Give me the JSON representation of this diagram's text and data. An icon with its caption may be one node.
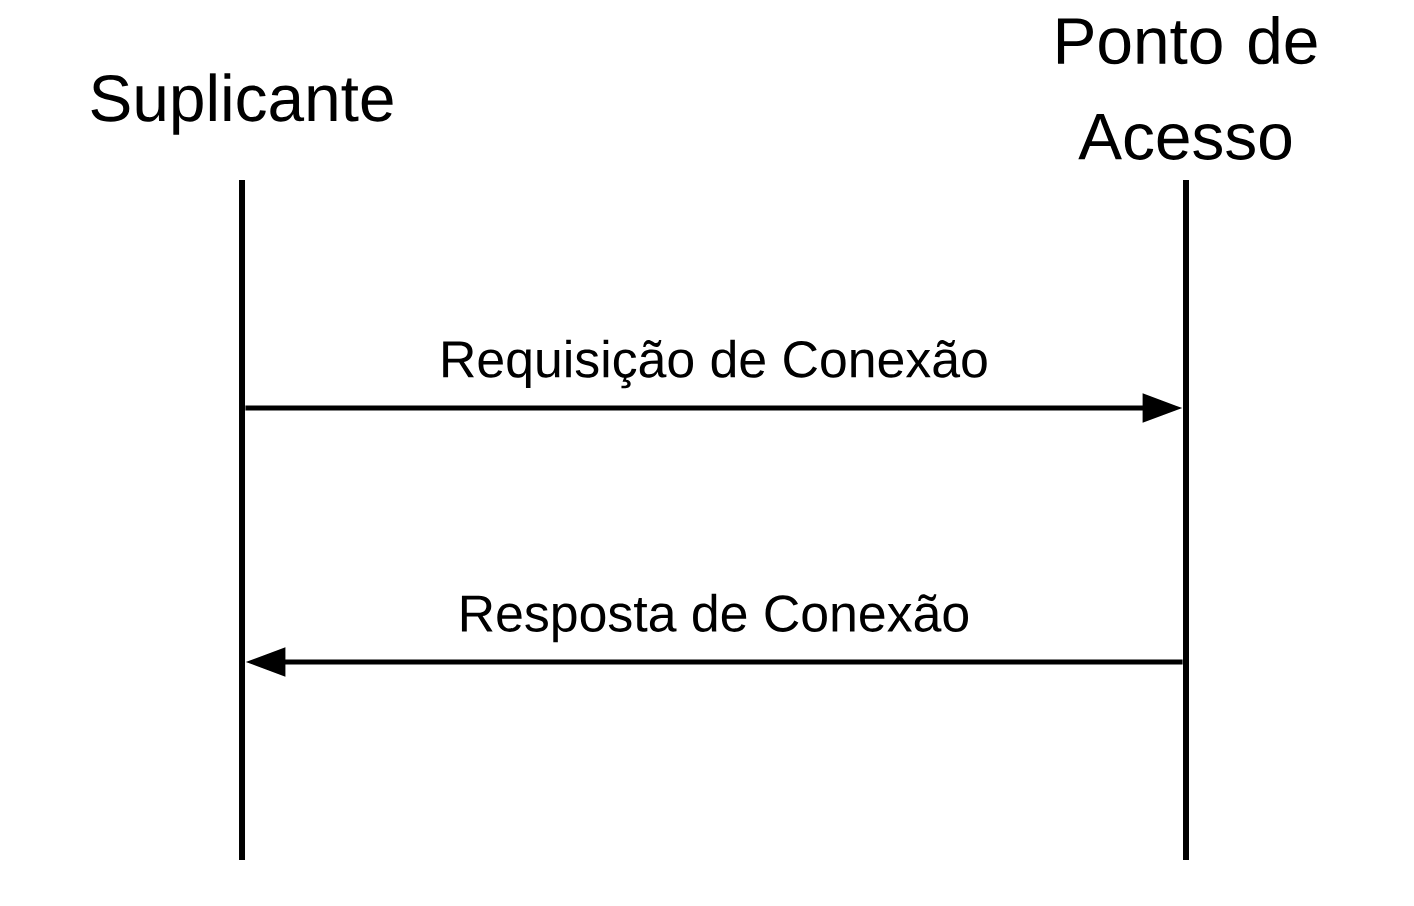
{
  "diagram": {
    "nodes": [
      {
        "text": [
          "Suplicante"
        ]
      },
      {
        "text": [
          "Ponto de Acesso"
        ]
      },
      {
        "text": [],
        "shape": "bar"
      },
      {
        "text": [],
        "shape": "bar"
      }
    ],
    "edges": [
      {
        "from": 2,
        "to": 3,
        "arrow": "to",
        "label": "Requisição de Conexão"
      },
      {
        "from": 3,
        "to": 2,
        "arrow": "to",
        "label": "Resposta de Conexão"
      }
    ]
  }
}
